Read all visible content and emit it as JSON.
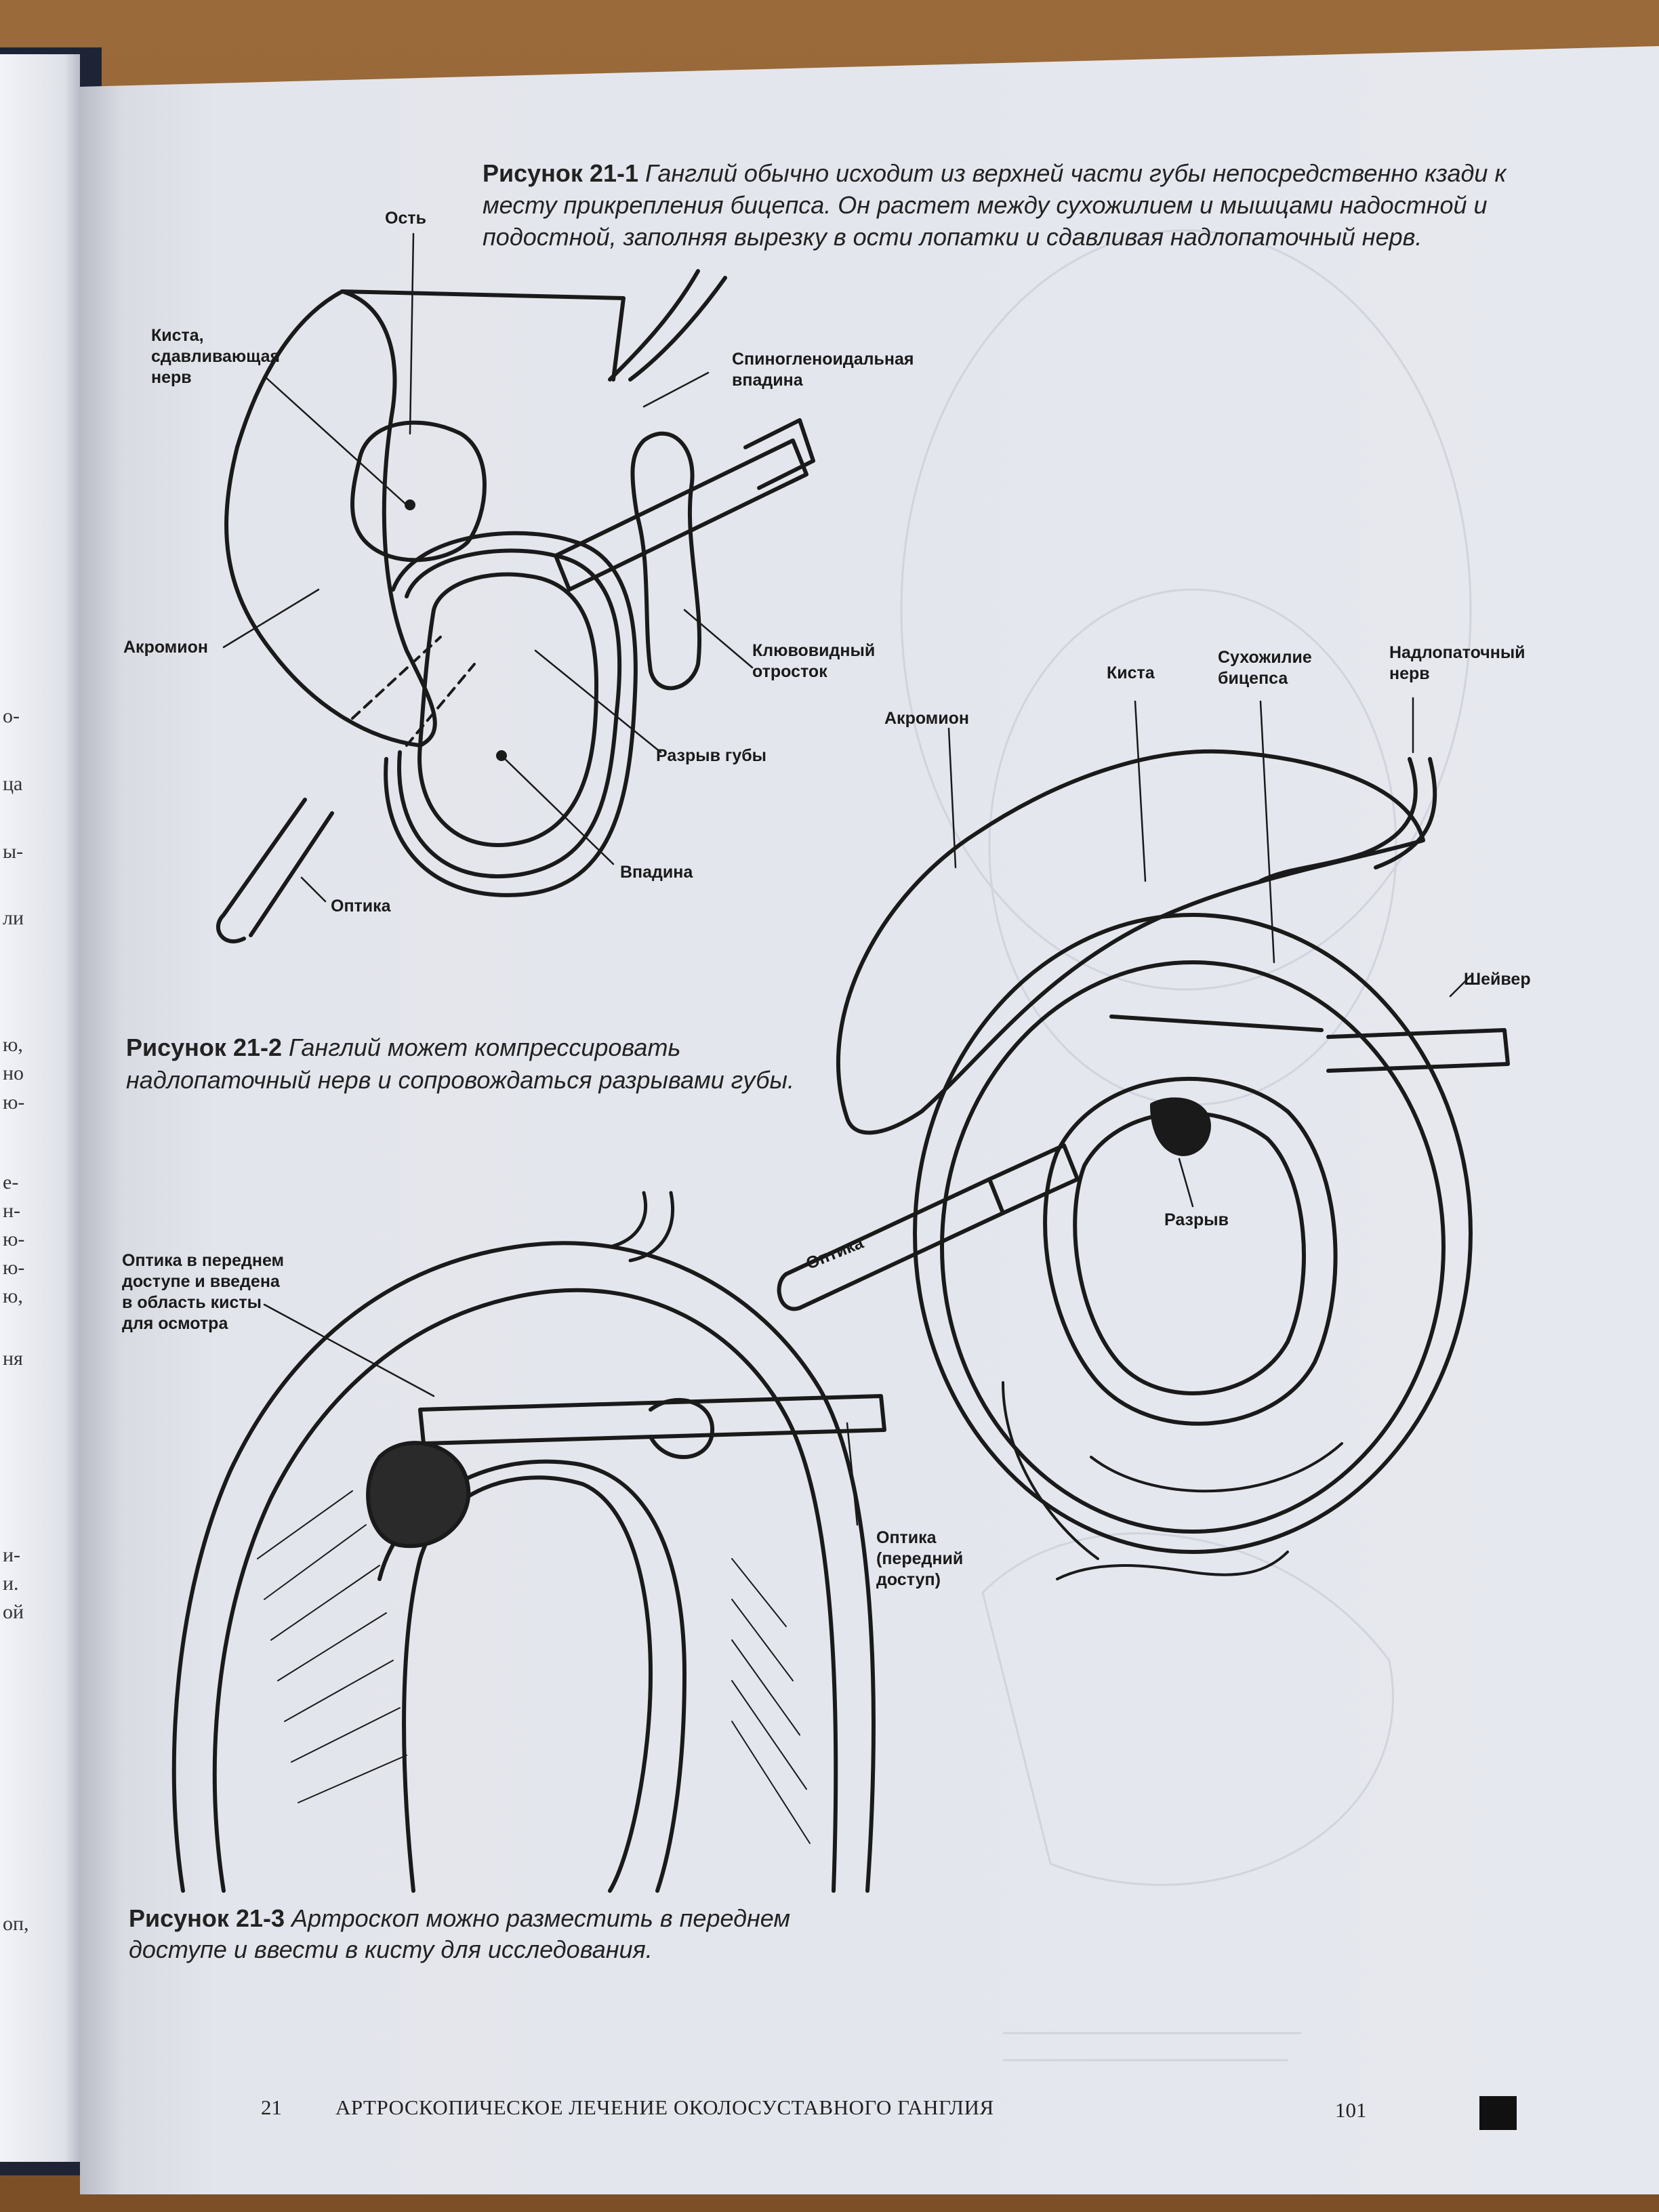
{
  "page": {
    "number": "101",
    "chapter_number": "21",
    "running_title": "АРТРОСКОПИЧЕСКОЕ ЛЕЧЕНИЕ ОКОЛОСУСТАВНОГО ГАНГЛИЯ"
  },
  "left_page_fragments": [
    "о-",
    "ца",
    "ы-",
    "ли",
    "ю,",
    "но",
    "ю-",
    "е-",
    "н-",
    "ю-",
    "ю-",
    "ю,",
    "ня",
    "и-",
    "и.",
    "ой",
    "оп,"
  ],
  "figure_1": {
    "caption_number": "Рисунок 21-1",
    "caption_text": "Ганглий обычно исходит из верхней части губы непосредственно кзади к месту прикрепления бицепса. Он растет между сухожилием и мышцами надостной и подостной, заполняя вырезку в ости лопатки и сдавливая надлопаточный нерв."
  },
  "figure_2": {
    "caption_number": "Рисунок 21-2",
    "caption_text": "Ганглий может компрессировать надлопаточный нерв и сопровождаться разрывами губы.",
    "labels": {
      "spine": "Ость",
      "cyst": [
        "Киста,",
        "сдавливающая",
        "нерв"
      ],
      "spinoglenoid": [
        "Спиногленоидальная",
        "впадина"
      ],
      "acromion": "Акромион",
      "coracoid": [
        "Клювовидный",
        "отросток"
      ],
      "labral_tear": "Разрыв губы",
      "glenoid": "Впадина",
      "scope": "Оптика"
    }
  },
  "figure_3": {
    "caption_number": "Рисунок 21-3",
    "caption_text": "Артроскоп можно разместить в переднем доступе и ввести в кисту для исследования.",
    "labels": {
      "scope_anterior": [
        "Оптика в переднем",
        "доступе и введена",
        "в область кисты",
        "для осмотра"
      ],
      "scope_portal": [
        "Оптика",
        "(передний",
        "доступ)"
      ]
    }
  },
  "figure_4": {
    "labels": {
      "acromion": "Акромион",
      "cyst": "Киста",
      "biceps": [
        "Сухожилие",
        "бицепса"
      ],
      "nerve": [
        "Надлопаточный",
        "нерв"
      ],
      "shaver": "Шейвер",
      "tear": "Разрыв",
      "scope": "Оптика"
    }
  }
}
